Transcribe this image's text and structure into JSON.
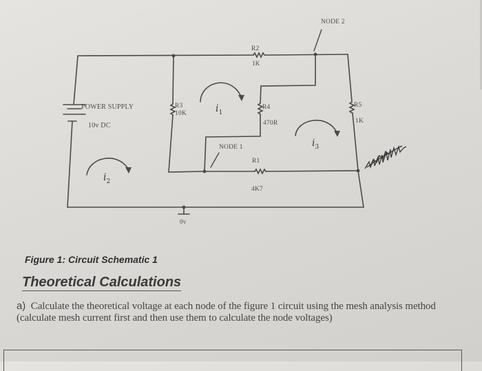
{
  "schematic": {
    "node2_label": "NODE 2",
    "node1_label": "NODE 1",
    "power_supply_label": "POWER SUPPLY",
    "power_supply_value": "10v DC",
    "ground_label": "0v",
    "resistors": [
      {
        "id": "R1",
        "value": "4K7"
      },
      {
        "id": "R2",
        "value": "1K"
      },
      {
        "id": "R3",
        "value": "10K"
      },
      {
        "id": "R4",
        "value": "470R"
      },
      {
        "id": "R5",
        "value": "1K"
      }
    ],
    "mesh_currents": [
      {
        "symbol": "i",
        "sub": "1"
      },
      {
        "symbol": "i",
        "sub": "2"
      },
      {
        "symbol": "i",
        "sub": "3"
      }
    ],
    "handwritten_scribble": "scribbled-out handwriting"
  },
  "document": {
    "figure_caption": "Figure 1: Circuit Schematic 1",
    "section_title": "Theoretical Calculations",
    "question": {
      "marker": "a)",
      "text": "Calculate the theoretical voltage at each node of the figure 1 circuit using the mesh analysis method (calculate mesh current first and then use them to calculate the node voltages)"
    }
  }
}
